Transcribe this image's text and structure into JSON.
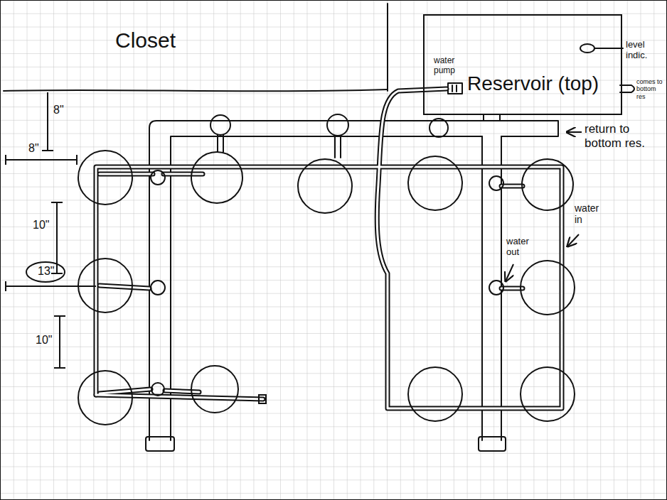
{
  "diagram": {
    "nodes": [
      {
        "text": [
          "Reservoir (top)"
        ]
      }
    ],
    "labels": [
      "Closet",
      "8\"",
      "8\"",
      "10\"",
      "13\"",
      "10\"",
      "water pump",
      "level indic.",
      "comes to bottom res",
      "return to bottom res.",
      "water out",
      "water in"
    ]
  }
}
